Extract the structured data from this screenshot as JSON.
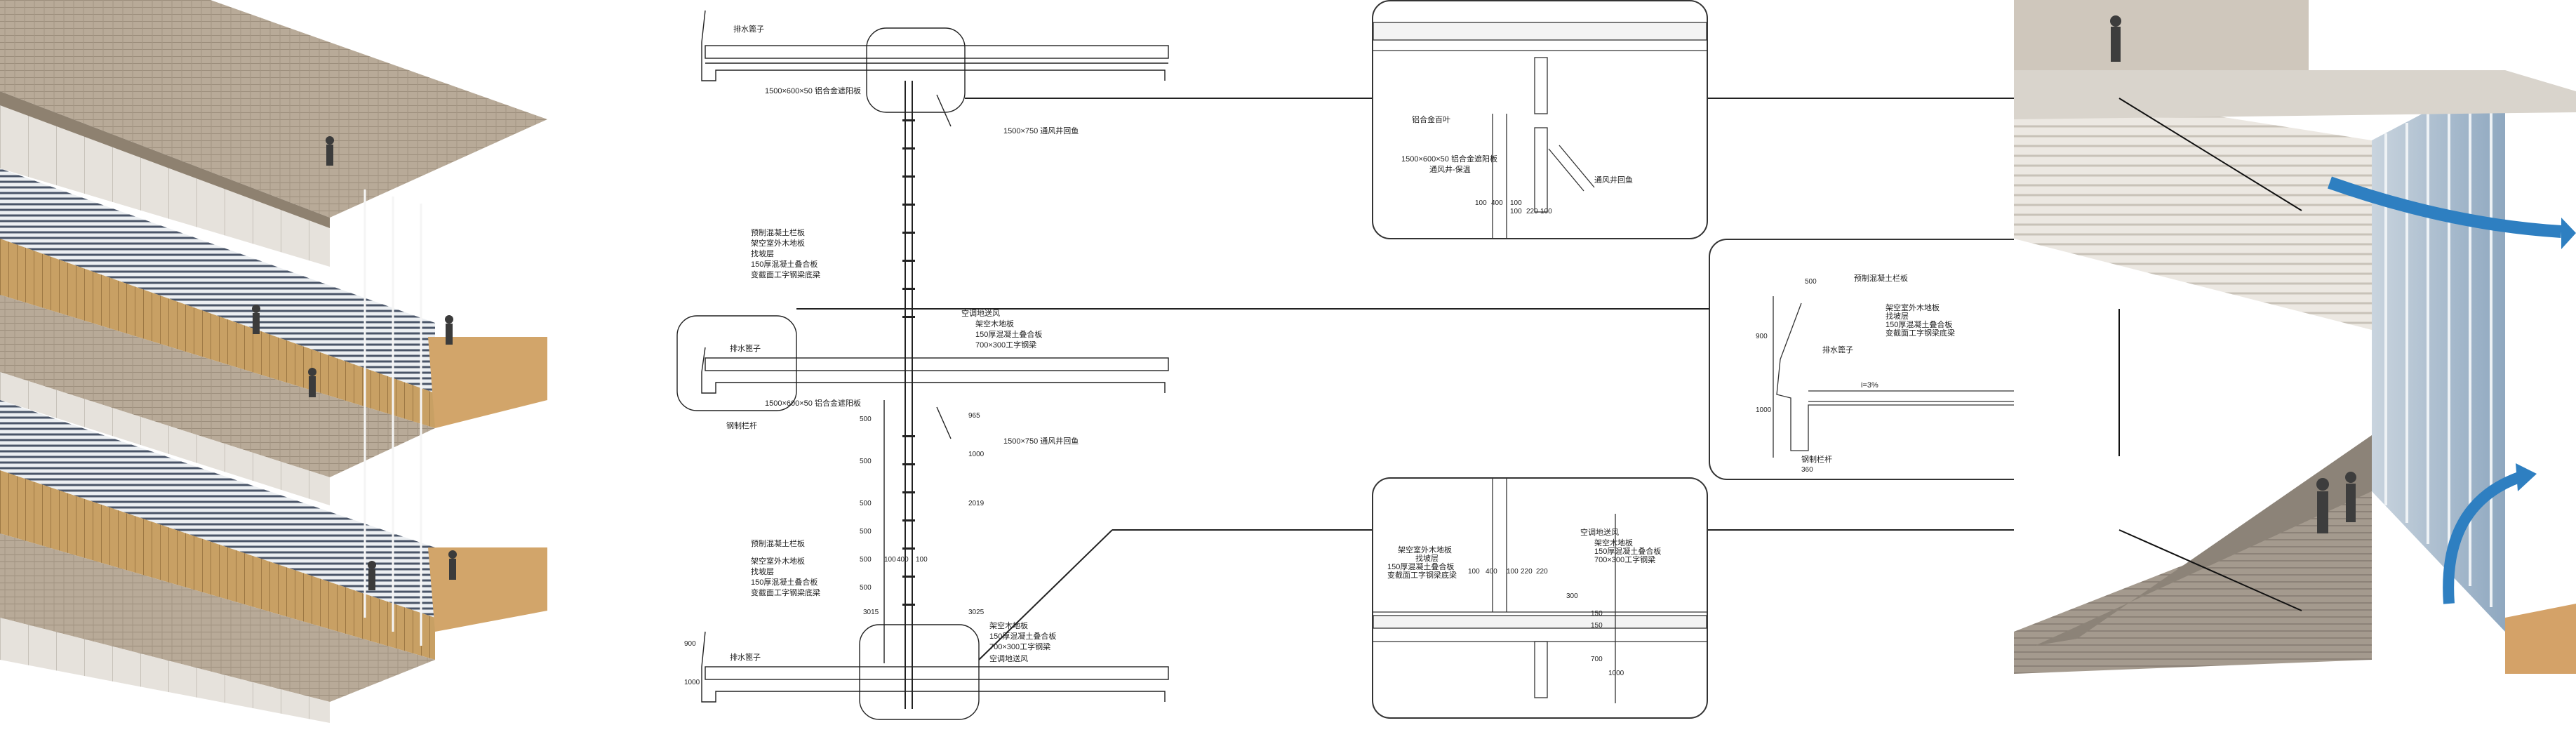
{
  "section": {
    "roof_left_label": "排水篦子",
    "beam_label_top": "1500×600×50 铝合金遮阳板",
    "vent_label_top": "1500×750 通风井回鱼",
    "layers_mid": [
      "预制混凝土栏板",
      "架空室外木地板",
      "找坡层",
      "150厚混凝土叠合板",
      "变截面工字钢梁底梁"
    ],
    "drain_mid": "排水篦子",
    "beam_label_mid": "1500×600×50 铝合金遮阳板",
    "steel_mid": "钢制栏杆",
    "vent_label_mid": "1500×750 通风井回鱼",
    "layers_mid_right": [
      "空调地送风",
      "架空木地板",
      "150厚混凝土叠合板",
      "700×300工字钢梁"
    ],
    "layers_bottom_left": [
      "预制混凝土栏板",
      "架空室外木地板",
      "找坡层",
      "150厚混凝土叠合板",
      "变截面工字钢梁底梁"
    ],
    "drain_bottom": "排水篦子",
    "layers_bottom_right": [
      "架空木地板",
      "150厚混凝土叠合板",
      "700×300工字钢梁"
    ],
    "vent_bottom": "空调地送风",
    "dims_vertical": [
      "500",
      "500",
      "500",
      "500",
      "500",
      "500"
    ],
    "dims_horizontal": [
      "100",
      "400",
      "100"
    ],
    "dims_misc": [
      "965",
      "1000",
      "2019",
      "3015",
      "3025",
      "900",
      "1000"
    ]
  },
  "callout1": {
    "labels": [
      "铝合金百叶",
      "1500×600×50 铝合金遮阳板",
      "通风井回鱼"
    ],
    "sub": "通风井-保温",
    "dims": [
      "100",
      "400",
      "100",
      "100",
      "220",
      "100"
    ]
  },
  "callout2": {
    "labels": [
      "预制混凝土栏板",
      "架空室外木地板",
      "找坡层",
      "150厚混凝土叠合板",
      "变截面工字钢梁底梁"
    ],
    "drain": "排水篦子",
    "slope": "i=3%",
    "rail": "钢制栏杆",
    "dims": [
      "500",
      "900",
      "1000",
      "360"
    ]
  },
  "callout3": {
    "labels_left": [
      "架空室外木地板",
      "找坡层",
      "150厚混凝土叠合板",
      "变截面工字钢梁底梁"
    ],
    "labels_right": [
      "空调地送风",
      "架空木地板",
      "150厚混凝土叠合板",
      "700×300工字钢梁"
    ],
    "dims_top": [
      "100",
      "400",
      "100",
      "220",
      "220"
    ],
    "dims_side": [
      "300",
      "150",
      "150",
      "700",
      "1000"
    ]
  }
}
